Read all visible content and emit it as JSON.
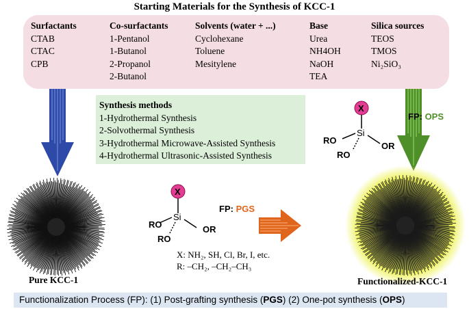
{
  "title": "Starting Materials for the Synthesis of KCC-1",
  "materials": {
    "surfactants": {
      "header": "Surfactants",
      "items": [
        "CTAB",
        "CTAC",
        "CPB"
      ]
    },
    "cosurfactants": {
      "header": "Co-surfactants",
      "items": [
        "1-Pentanol",
        "1-Butanol",
        "2-Propanol",
        "2-Butanol"
      ]
    },
    "solvents": {
      "header": "Solvents (water + ...)",
      "items": [
        "Cyclohexane",
        "Toluene",
        "Mesitylene"
      ]
    },
    "base": {
      "header": "Base",
      "items": [
        "Urea",
        "NH4OH",
        "NaOH",
        "TEA"
      ]
    },
    "silica": {
      "header": "Silica sources",
      "items": [
        "TEOS",
        "TMOS",
        "Ni₂SiO₃"
      ]
    }
  },
  "methods": {
    "header": "Synthesis methods",
    "items": [
      "1-Hydrothermal Synthesis",
      "2-Solvothermal Synthesis",
      "3-Hydrothermal Microwave-Assisted Synthesis",
      "4-Hydrothermal Ultrasonic-Assisted Synthesis"
    ]
  },
  "labels": {
    "pure": "Pure KCC-1",
    "functionalized": "Functionalized-KCC-1",
    "fp_pgs_prefix": "FP: ",
    "fp_pgs": "PGS",
    "fp_ops_prefix": "FP: ",
    "fp_ops": "OPS"
  },
  "molecule": {
    "x": "X",
    "si": "Si",
    "ro": "RO",
    "or": "OR"
  },
  "legend": {
    "x_line": "X: NH₂, SH, Cl, Br, I, etc.",
    "r_line": "R: –CH₂, –CH₂–CH₃"
  },
  "fp_bar": {
    "prefix": "Functionalization Process (FP): (1) Post-grafting synthesis (",
    "pgs": "PGS",
    "middle": ") (2) One-pot synthesis (",
    "ops": "OPS",
    "suffix": ")"
  },
  "colors": {
    "materials_bg": "#f4dde3",
    "methods_bg": "#dbefd9",
    "fp_bg": "#dbe6f2",
    "blue_arrow": "#2e4aa8",
    "green_arrow": "#4f8f2a",
    "orange_arrow": "#e0651c",
    "pgs_text": "#e0651c",
    "ops_text": "#4f8f2a",
    "x_circle": "#e23d92",
    "halo": "#eef25a"
  }
}
